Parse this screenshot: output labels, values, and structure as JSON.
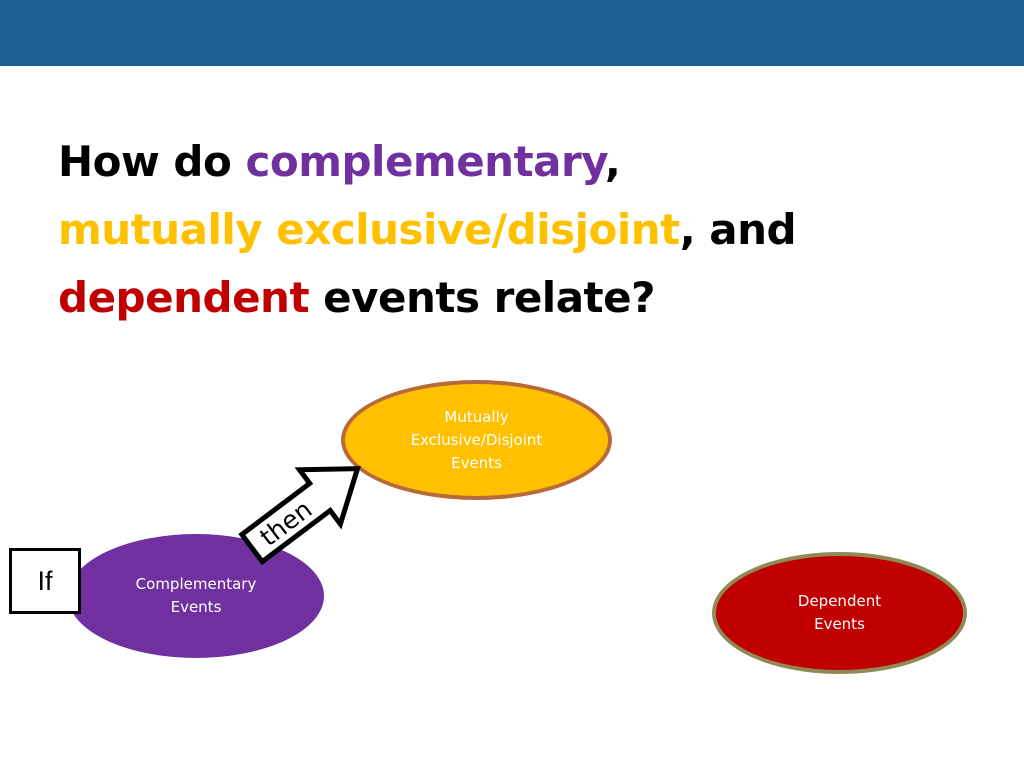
{
  "title": {
    "line1": {
      "prefix": "How do ",
      "highlight": "complementary",
      "suffix": ","
    },
    "line2": {
      "highlight": "mutually exclusive/disjoint",
      "suffix": ", and"
    },
    "line3": {
      "highlight": "dependent",
      "suffix": " events relate?"
    }
  },
  "diagram": {
    "if_label": "If",
    "then_label": "then",
    "complementary": {
      "line1": "Complementary",
      "line2": "Events"
    },
    "mutually_exclusive": {
      "line1": "Mutually",
      "line2": "Exclusive/Disjoint",
      "line3": "Events"
    },
    "dependent": {
      "line1": "Dependent",
      "line2": "Events"
    }
  },
  "colors": {
    "header_bar": "#1b5f93",
    "complementary": "#7030a0",
    "mutually_exclusive": "#ffc000",
    "dependent": "#c00000"
  }
}
